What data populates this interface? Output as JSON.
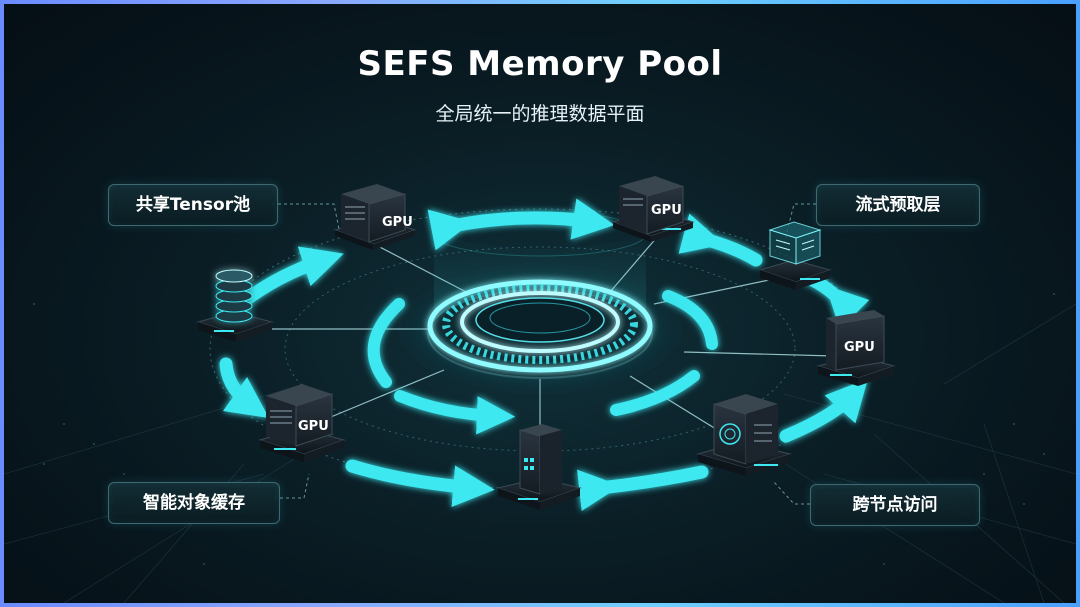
{
  "header": {
    "title": "SEFS Memory Pool",
    "subtitle": "全局统一的推理数据平面"
  },
  "labels": {
    "shared_tensor_pool": "共享Tensor池",
    "streaming_prefetch_layer": "流式预取层",
    "smart_object_cache": "智能对象缓存",
    "cross_node_access": "跨节点访问"
  },
  "nodes": {
    "gpu_label": "GPU"
  },
  "colors": {
    "accent_cyan": "#3ee8f0",
    "background": "#0a1a22",
    "border_gradient_start": "#6a8cff",
    "border_gradient_end": "#4aa0ff"
  },
  "icons": [
    "gpu-server-icon",
    "storage-stack-icon",
    "tower-server-icon",
    "hologram-processor-icon",
    "secure-server-icon",
    "memory-ring-icon"
  ]
}
